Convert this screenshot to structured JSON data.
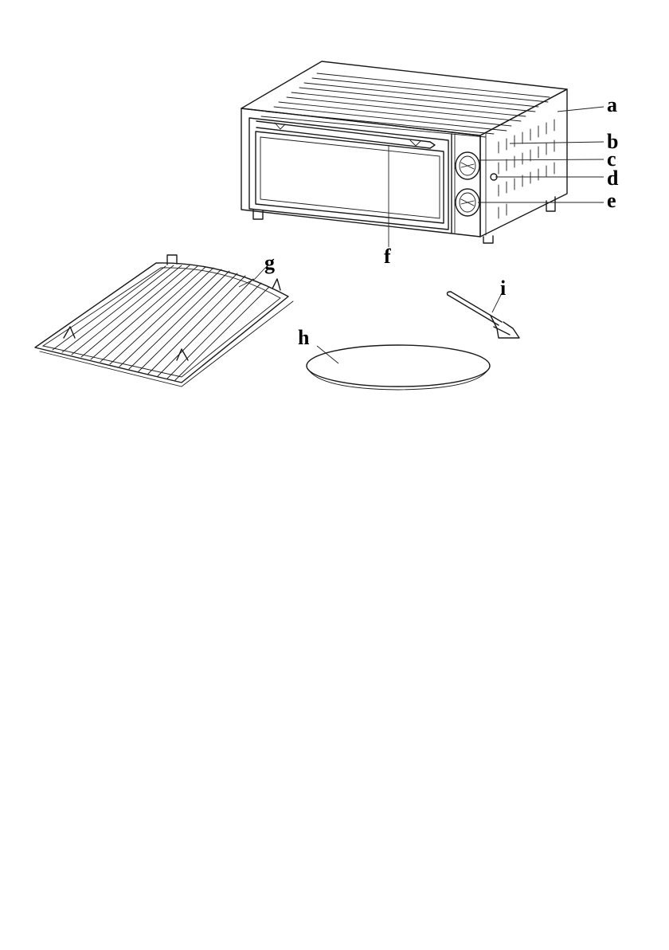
{
  "labels": {
    "a": "a",
    "b": "b",
    "c": "c",
    "d": "d",
    "e": "e",
    "f": "f",
    "g": "g",
    "h": "h",
    "i": "i"
  }
}
